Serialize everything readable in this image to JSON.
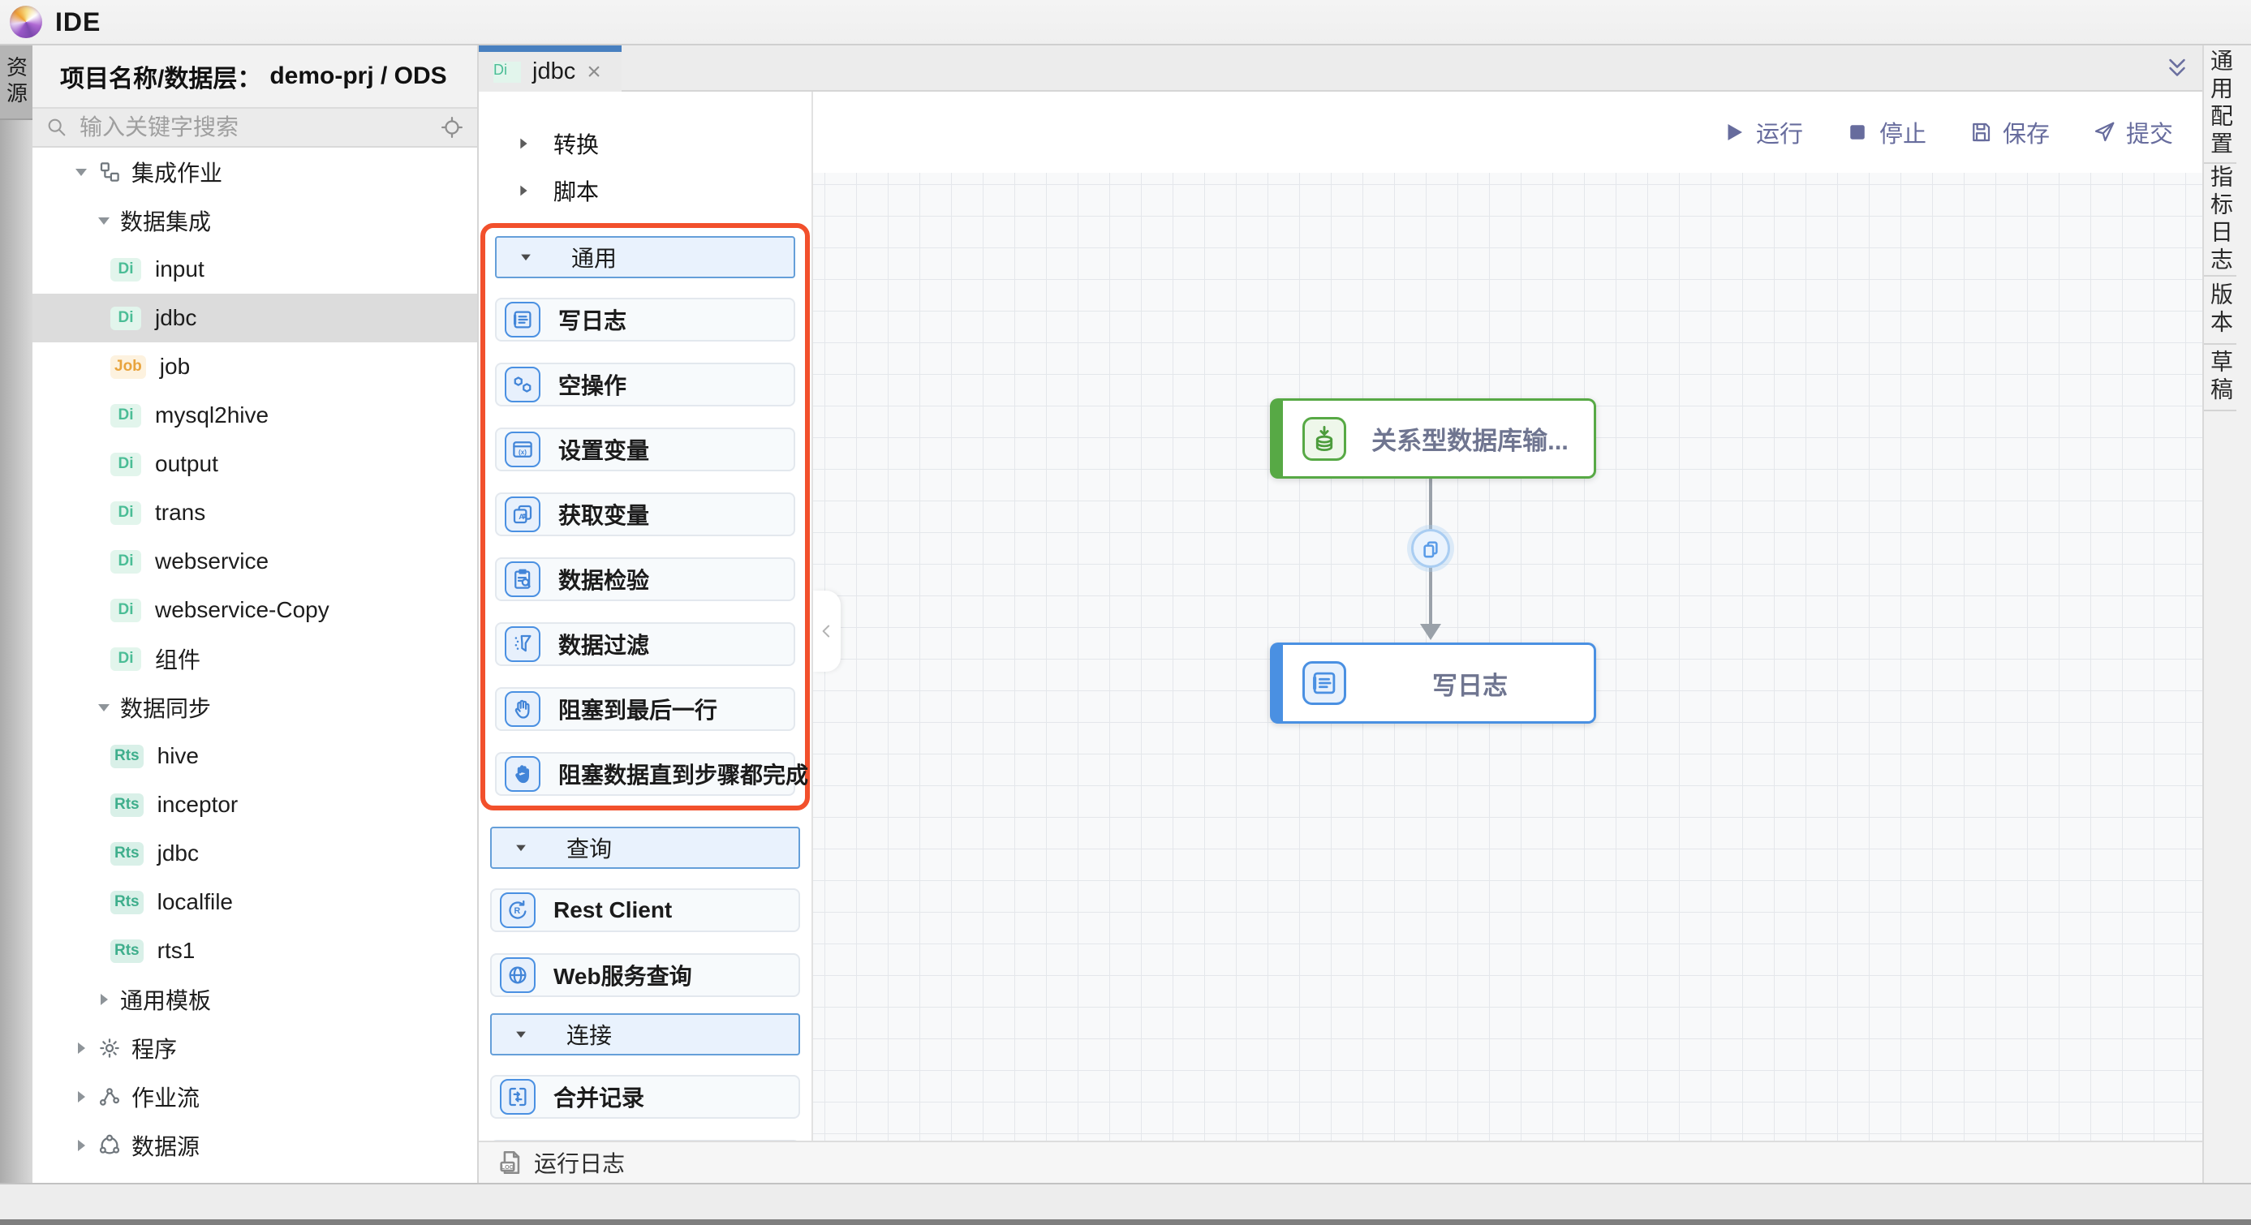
{
  "app": {
    "title": "IDE"
  },
  "left_rail": {
    "tab": "资源"
  },
  "explorer": {
    "header_label": "项目名称/数据层：",
    "header_value": "demo-prj / ODS",
    "search_placeholder": "输入关键字搜索",
    "tree": [
      {
        "label": "集成作业",
        "level": 0,
        "icon": "org",
        "expanded": true
      },
      {
        "label": "数据集成",
        "level": 1,
        "expanded": true
      },
      {
        "label": "input",
        "level": 2,
        "badge": "Di"
      },
      {
        "label": "jdbc",
        "level": 2,
        "badge": "Di",
        "selected": true
      },
      {
        "label": "job",
        "level": 2,
        "badge": "Job"
      },
      {
        "label": "mysql2hive",
        "level": 2,
        "badge": "Di"
      },
      {
        "label": "output",
        "level": 2,
        "badge": "Di"
      },
      {
        "label": "trans",
        "level": 2,
        "badge": "Di"
      },
      {
        "label": "webservice",
        "level": 2,
        "badge": "Di"
      },
      {
        "label": "webservice-Copy",
        "level": 2,
        "badge": "Di"
      },
      {
        "label": "组件",
        "level": 2,
        "badge": "Di"
      },
      {
        "label": "数据同步",
        "level": 1,
        "expanded": true
      },
      {
        "label": "hive",
        "level": 2,
        "badge": "Rts"
      },
      {
        "label": "inceptor",
        "level": 2,
        "badge": "Rts"
      },
      {
        "label": "jdbc",
        "level": 2,
        "badge": "Rts"
      },
      {
        "label": "localfile",
        "level": 2,
        "badge": "Rts"
      },
      {
        "label": "rts1",
        "level": 2,
        "badge": "Rts"
      },
      {
        "label": "通用模板",
        "level": 1,
        "expanded": false
      },
      {
        "label": "程序",
        "level": 0,
        "icon": "gear",
        "expanded": false
      },
      {
        "label": "作业流",
        "level": 0,
        "icon": "flow",
        "expanded": false
      },
      {
        "label": "数据源",
        "level": 0,
        "icon": "datasource",
        "expanded": false
      }
    ]
  },
  "editor": {
    "tab": {
      "badge": "Di",
      "label": "jdbc",
      "close": "×"
    }
  },
  "toolbar": {
    "buttons": [
      {
        "icon": "play",
        "label": "运行"
      },
      {
        "icon": "stop",
        "label": "停止"
      },
      {
        "icon": "save",
        "label": "保存"
      },
      {
        "icon": "send",
        "label": "提交"
      }
    ]
  },
  "palette": {
    "plain_sections": [
      "转换",
      "脚本"
    ],
    "groups": [
      {
        "label": "通用",
        "highlighted": true,
        "items": [
          {
            "icon": "write-log",
            "label": "写日志"
          },
          {
            "icon": "noop",
            "label": "空操作"
          },
          {
            "icon": "set-var",
            "label": "设置变量"
          },
          {
            "icon": "get-var",
            "label": "获取变量"
          },
          {
            "icon": "data-check",
            "label": "数据检验"
          },
          {
            "icon": "data-filter",
            "label": "数据过滤"
          },
          {
            "icon": "hand",
            "label": "阻塞到最后一行"
          },
          {
            "icon": "hand-fill",
            "label": "阻塞数据直到步骤都完成"
          }
        ]
      },
      {
        "label": "查询",
        "highlighted": false,
        "items": [
          {
            "icon": "rest",
            "label": "Rest Client"
          },
          {
            "icon": "web",
            "label": "Web服务查询"
          }
        ]
      },
      {
        "label": "连接",
        "highlighted": false,
        "items": [
          {
            "icon": "merge",
            "label": "合并记录"
          },
          {
            "icon": "",
            "label": "",
            "partial": true
          }
        ]
      }
    ]
  },
  "canvas": {
    "nodes": [
      {
        "label": "关系型数据库输...",
        "color": "green",
        "icon": "db-input"
      },
      {
        "label": "写日志",
        "color": "blue",
        "icon": "write-log"
      }
    ],
    "connector": {
      "icon": "copy"
    }
  },
  "right_rail": {
    "items": [
      "通用配置",
      "指标日志",
      "版本",
      "草稿"
    ]
  },
  "runlog": {
    "label": "运行日志"
  },
  "colors": {
    "accent_blue": "#4a90e2",
    "node_green": "#57a945",
    "highlight_red": "#f2502c",
    "toolbar_purple": "#676c9d",
    "badge_di": "#4bbd96",
    "badge_job": "#e8a33d",
    "badge_rts": "#3fae8c"
  }
}
